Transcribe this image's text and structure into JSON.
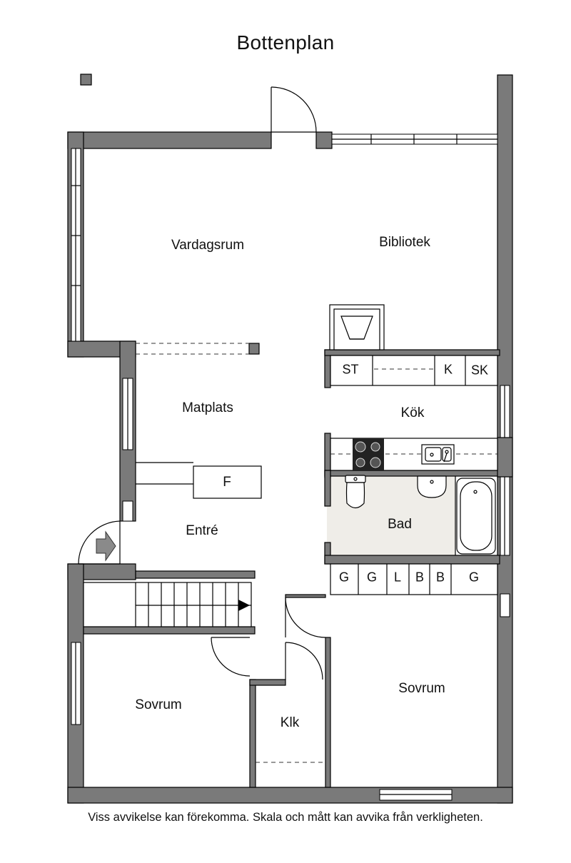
{
  "title": "Bottenplan",
  "rooms": {
    "vardagsrum": "Vardagsrum",
    "bibliotek": "Bibliotek",
    "matplats": "Matplats",
    "kok": "Kök",
    "entre": "Entré",
    "bad": "Bad",
    "sovrum_left": "Sovrum",
    "sovrum_right": "Sovrum",
    "klk": "Klk",
    "fridge_f": "F"
  },
  "kitchen_cabinets": {
    "st": "ST",
    "k": "K",
    "sk": "SK"
  },
  "closets": [
    "G",
    "G",
    "L",
    "B",
    "B",
    "G"
  ],
  "disclaimer": "Viss avvikelse kan förekomma. Skala och mått kan avvika från verkligheten.",
  "colors": {
    "wall": "#7a7a7a",
    "bath_floor": "#efede8",
    "background": "#ffffff"
  },
  "icons": [
    "entrance-arrow-icon",
    "stair-direction-arrow-icon",
    "stove-icon",
    "sink-icon",
    "toilet-icon",
    "washbasin-icon",
    "bathtub-icon",
    "fireplace-icon"
  ]
}
